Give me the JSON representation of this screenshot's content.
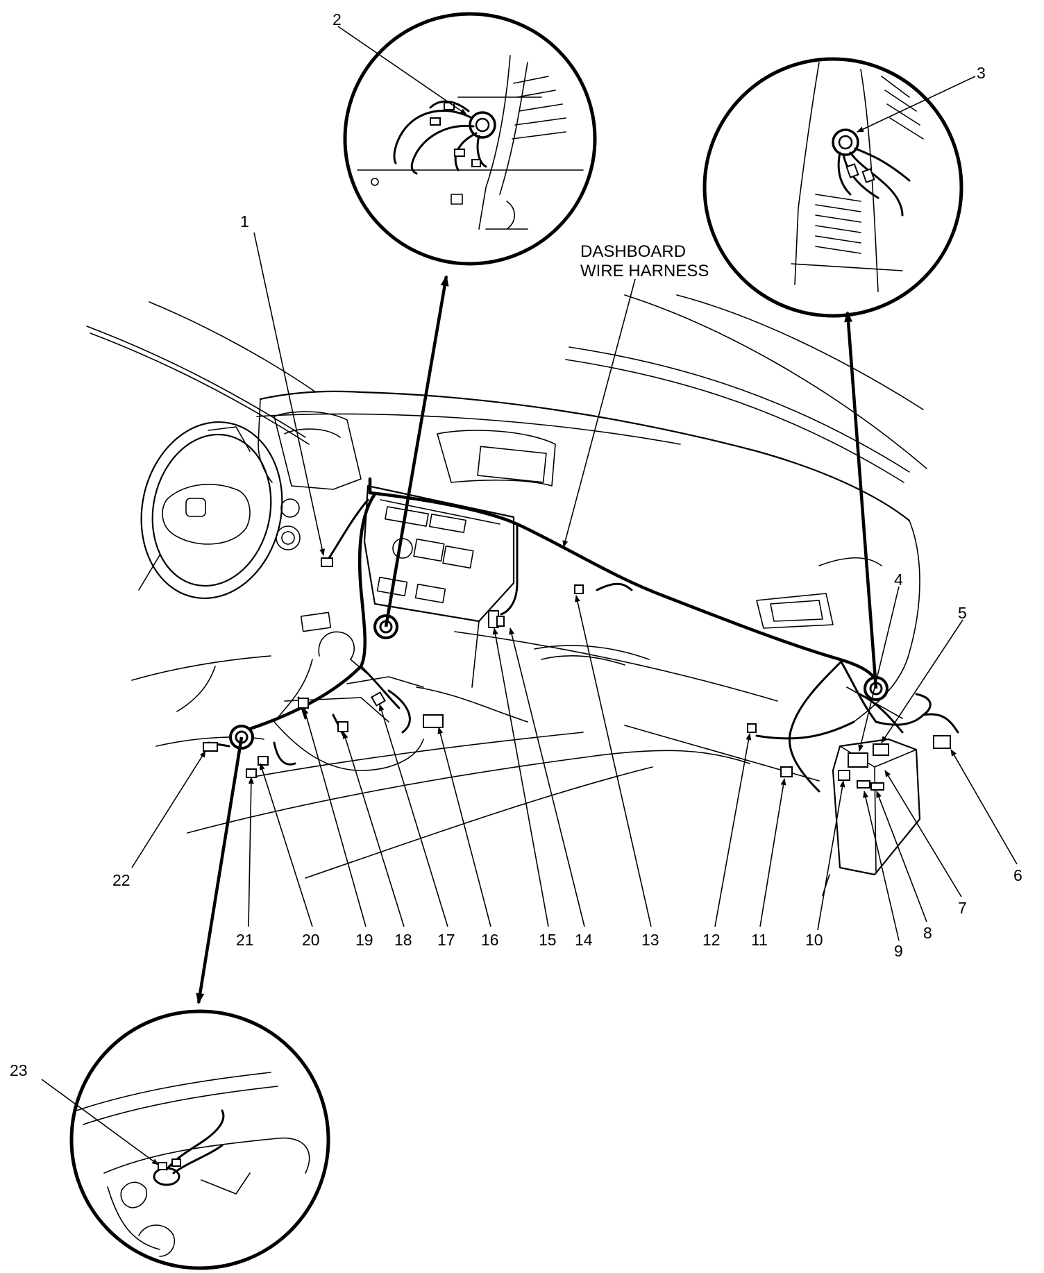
{
  "harness_label": [
    "DASHBOARD",
    "WIRE HARNESS"
  ],
  "callouts": [
    {
      "id": "c1",
      "text": "1"
    },
    {
      "id": "c2",
      "text": "2"
    },
    {
      "id": "c3",
      "text": "3"
    },
    {
      "id": "c4",
      "text": "4"
    },
    {
      "id": "c5",
      "text": "5"
    },
    {
      "id": "c6",
      "text": "6"
    },
    {
      "id": "c7",
      "text": "7"
    },
    {
      "id": "c8",
      "text": "8"
    },
    {
      "id": "c9",
      "text": "9"
    },
    {
      "id": "c10",
      "text": "10"
    },
    {
      "id": "c11",
      "text": "11"
    },
    {
      "id": "c12",
      "text": "12"
    },
    {
      "id": "c13",
      "text": "13"
    },
    {
      "id": "c14",
      "text": "14"
    },
    {
      "id": "c15",
      "text": "15"
    },
    {
      "id": "c16",
      "text": "16"
    },
    {
      "id": "c17",
      "text": "17"
    },
    {
      "id": "c18",
      "text": "18"
    },
    {
      "id": "c19",
      "text": "19"
    },
    {
      "id": "c20",
      "text": "20"
    },
    {
      "id": "c21",
      "text": "21"
    },
    {
      "id": "c22",
      "text": "22"
    },
    {
      "id": "c23",
      "text": "23"
    }
  ]
}
